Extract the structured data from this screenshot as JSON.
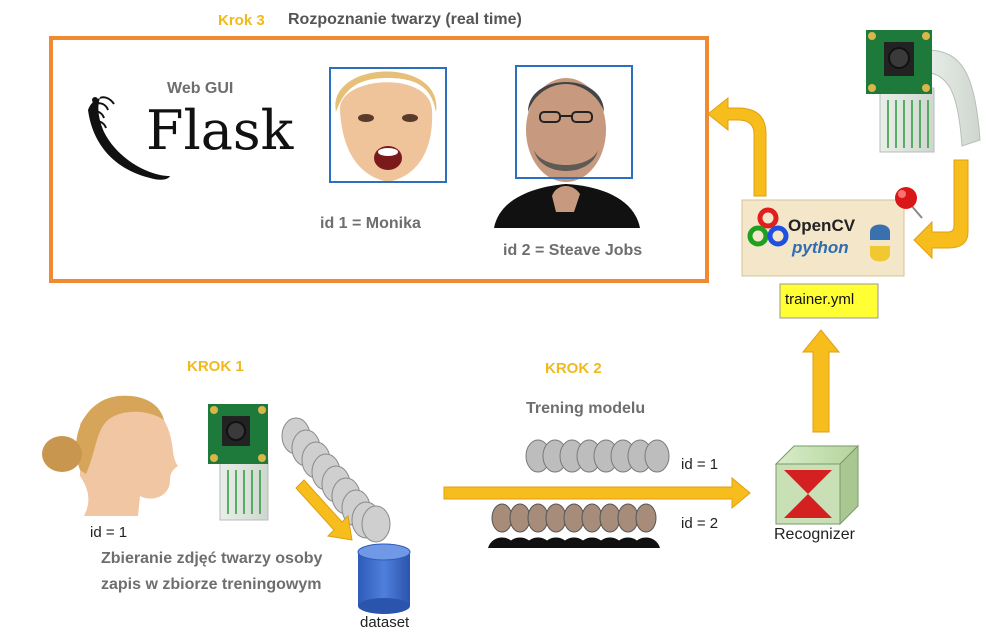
{
  "step3": {
    "label": "Krok 3",
    "title": "Rozpoznanie twarzy (real time)",
    "gui_label": "Web GUI",
    "flask_text": "Flask",
    "face1_caption": "id 1 = Monika",
    "face2_caption": "id 2 = Steave Jobs"
  },
  "opencv": {
    "title": "OpenCV",
    "subtitle": "python"
  },
  "trainer_file": "trainer.yml",
  "step1": {
    "label": "KROK 1",
    "person_id": "id = 1",
    "desc_line1": "Zbieranie zdjęć twarzy osoby",
    "desc_line2": "zapis w zbiorze treningowym",
    "dataset_label": "dataset"
  },
  "step2": {
    "label": "KROK 2",
    "title": "Trening modelu",
    "row1_id": "id = 1",
    "row2_id": "id = 2"
  },
  "recognizer_label": "Recognizer",
  "colors": {
    "accent_orange": "#f08a30",
    "step_yellow": "#f0ba1c",
    "arrow_fill": "#f7bd1c",
    "face_box_blue": "#2c6fbf",
    "dataset_blue": "#3f6fcf",
    "note_yellow": "#ffff33"
  }
}
